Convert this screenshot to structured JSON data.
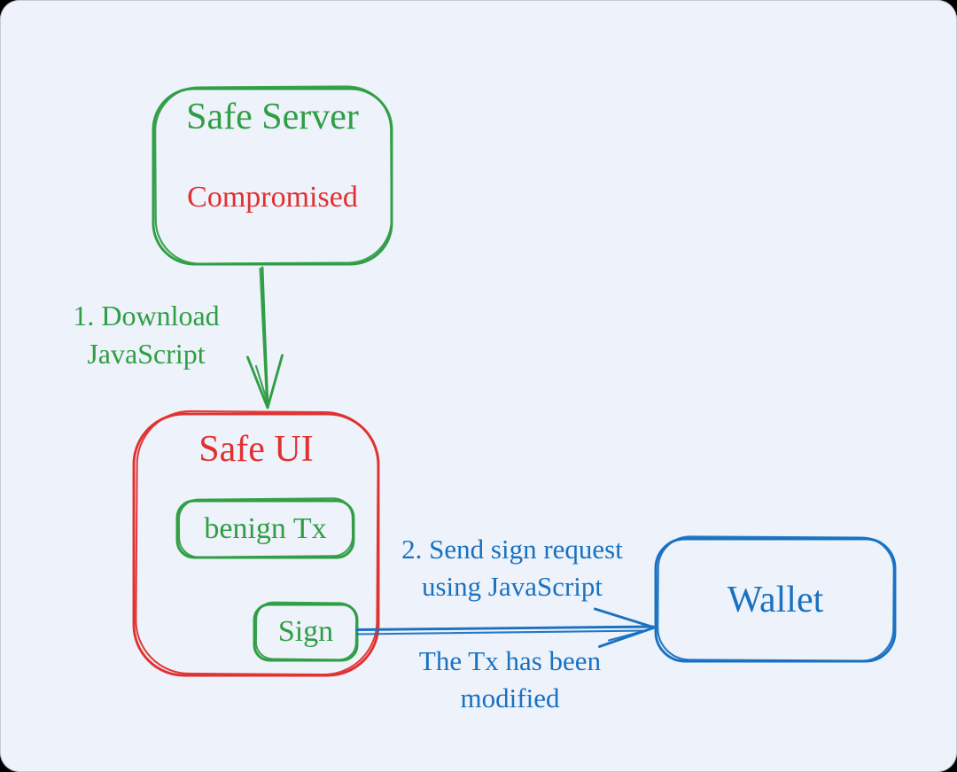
{
  "colors": {
    "green": "#2f9e44",
    "red": "#e03131",
    "blue": "#1971c2",
    "canvas": "#eef2fa"
  },
  "nodes": {
    "safe_server": {
      "title": "Safe Server",
      "status": "Compromised"
    },
    "safe_ui": {
      "title": "Safe UI"
    },
    "benign_tx": {
      "label": "benign Tx"
    },
    "sign": {
      "label": "Sign"
    },
    "wallet": {
      "title": "Wallet"
    }
  },
  "edges": {
    "download_javascript": {
      "lines": [
        "1. Download",
        "JavaScript"
      ]
    },
    "send_sign_request": {
      "lines": [
        "2. Send sign request",
        "using JavaScript"
      ]
    },
    "tx_modified_note": {
      "lines": [
        "The Tx has been",
        "modified"
      ]
    }
  }
}
